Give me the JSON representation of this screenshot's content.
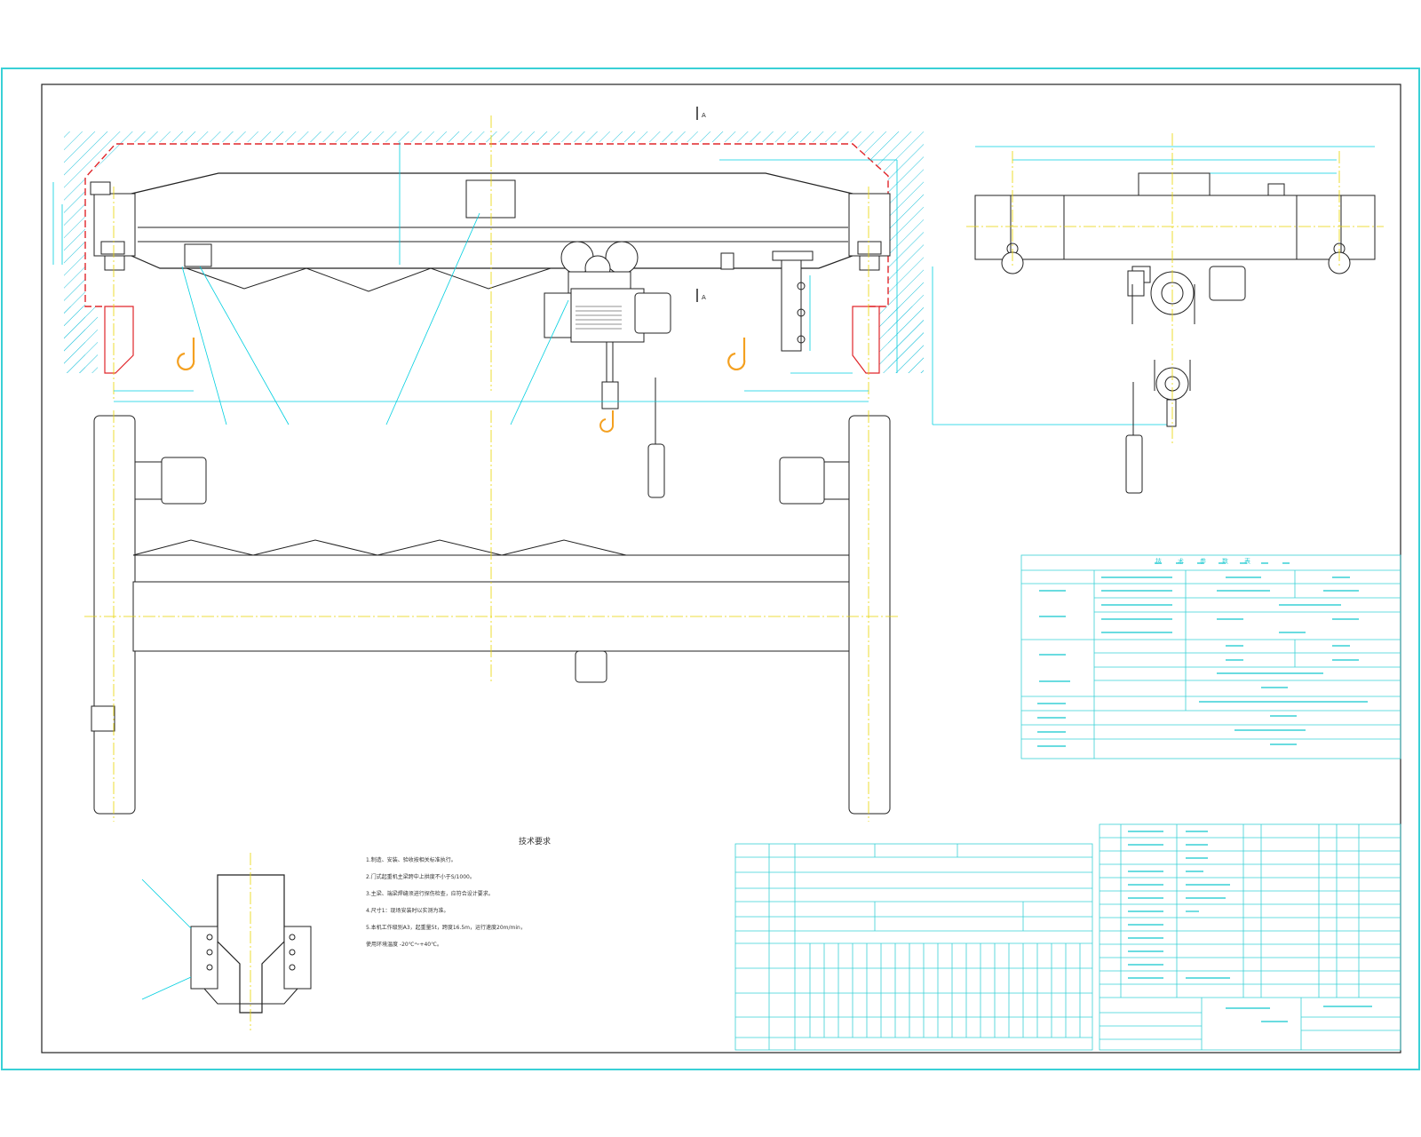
{
  "drawing": {
    "view_marks": [
      "A",
      "A"
    ],
    "palette": {
      "frame": "#39d0d6",
      "outline": "#222222",
      "centerline": "#e8d400",
      "leader": "#00cfe0",
      "hatch": "#2bc6dd",
      "clearance": "#e0262a",
      "hook": "#f4a020"
    },
    "icons": [
      "hook-icon",
      "pendant-control-icon",
      "hoist-motor-icon",
      "wheel-icon"
    ]
  },
  "tech_notes": {
    "title": "技术要求",
    "items": [
      "1.制造、安装、验收按相关标准执行。",
      "2.门式起重机主梁跨中上拱度不小于S/1000。",
      "3.主梁、端梁焊缝须进行探伤检查，应符合设计要求。",
      "4.尺寸1：现场安装时以实测为准。",
      "5.本机工作级别A3，起重量5t，跨度16.5m，运行速度20m/min，",
      "  使用环境温度 -20℃～+40℃。"
    ]
  },
  "params_table": {
    "title": "技术参数表"
  }
}
